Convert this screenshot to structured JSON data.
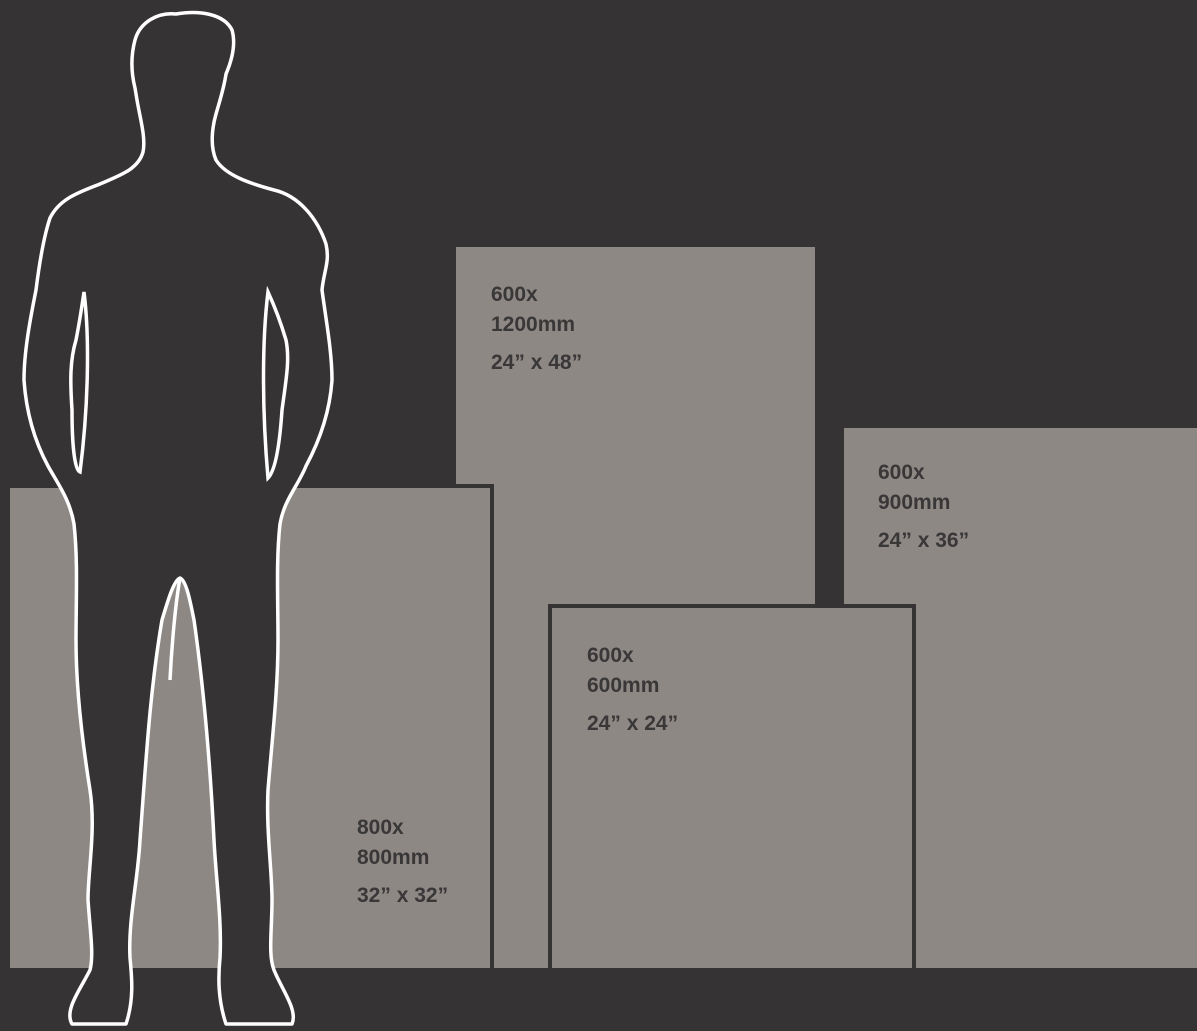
{
  "colors": {
    "background": "#353334",
    "tile": "#8d8884",
    "label_text": "#3a3738",
    "person_outline": "#ffffff"
  },
  "person_icon": "person-silhouette-icon",
  "tiles": [
    {
      "size_line1": "600x",
      "size_line2": "1200mm",
      "inches": "24” x 48”"
    },
    {
      "size_line1": "600x",
      "size_line2": "900mm",
      "inches": "24” x 36”"
    },
    {
      "size_line1": "600x",
      "size_line2": "600mm",
      "inches": "24” x 24”"
    },
    {
      "size_line1": "800x",
      "size_line2": "800mm",
      "inches": "32” x 32”"
    }
  ]
}
